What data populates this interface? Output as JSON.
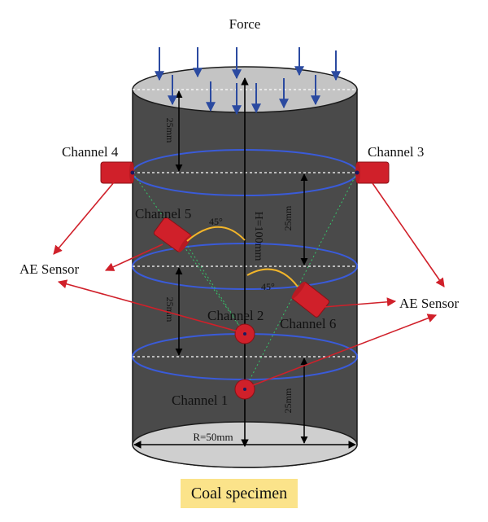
{
  "labels": {
    "force": "Force",
    "channel_1": "Channel 1",
    "channel_2": "Channel 2",
    "channel_3": "Channel 3",
    "channel_4": "Channel 4",
    "channel_5": "Channel 5",
    "channel_6": "Channel 6",
    "ae_sensor_left": "AE Sensor",
    "ae_sensor_right": "AE Sensor",
    "angle_upper": "45°",
    "angle_lower": "45°",
    "dim_top": "25mm",
    "dim_right_upper": "25mm",
    "dim_left_mid": "25mm",
    "dim_right_lower": "25mm",
    "height": "H=100mm",
    "radius": "R=50mm",
    "caption": "Coal specimen"
  },
  "colors": {
    "cylinder_body": "#4a4a4a",
    "cylinder_top": "#bfbfbf",
    "ellipse_line": "#3a5bd9",
    "sensor": "#d0202a",
    "arrow_red": "#d0202a",
    "force_arrow": "#2b4aa0",
    "angle_arc": "#f2b52a",
    "caption_bg": "#fbe38a"
  }
}
